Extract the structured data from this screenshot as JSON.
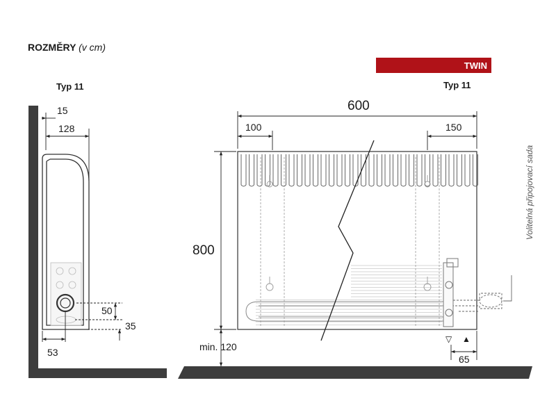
{
  "title": {
    "text": "ROZMĚRY",
    "unit": "(v cm)"
  },
  "badge": {
    "text": "TWIN",
    "color": "#b01218"
  },
  "side_view": {
    "type_label": "Typ 11",
    "dims": {
      "wall_gap": "15",
      "depth": "128",
      "floor_offset": "53",
      "pipe_height": "50",
      "pipe_spacing": "35"
    }
  },
  "front_view": {
    "type_label": "Typ 11",
    "dims": {
      "width": "600",
      "left_bracket": "100",
      "right_bracket": "150",
      "height": "800",
      "floor_clearance": "min. 120",
      "connection_offset": "65"
    },
    "optional_kit_label": "Volitelná připojovací sada",
    "markers": {
      "return_symbol": "▽",
      "flow_symbol": "▲"
    }
  }
}
